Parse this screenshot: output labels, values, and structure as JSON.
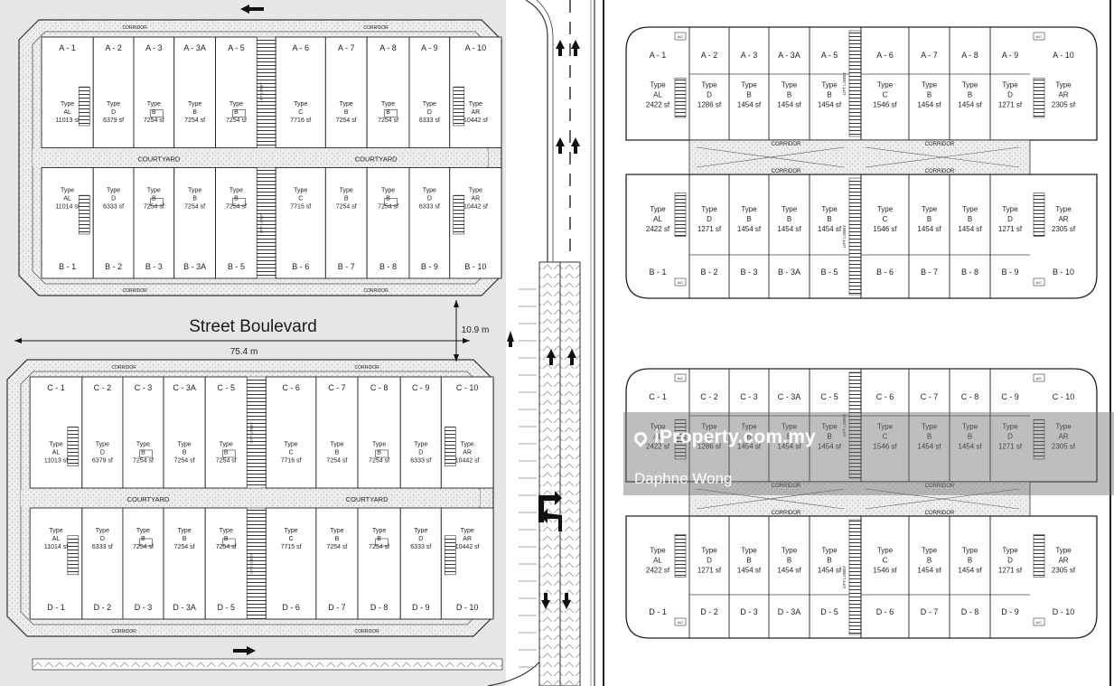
{
  "street_label": "Street Boulevard",
  "dim_width": "75.4 m",
  "dim_road": "10.9 m",
  "labels": {
    "courtyard": "COURTYARD",
    "corridor": "CORRIDOR",
    "lift_lobby": "LIFT LOBBY",
    "type": "Type",
    "ac": "A/C"
  },
  "watermark": {
    "brand": "iProperty.com.my",
    "agent": "Daphne Wong"
  },
  "site_blocks": [
    {
      "row": "top",
      "units": [
        {
          "id": "A - 1",
          "type": "AL",
          "area": "11013 sf"
        },
        {
          "id": "A - 2",
          "type": "D",
          "area": "6379 sf"
        },
        {
          "id": "A - 3",
          "type": "B",
          "area": "7254 sf"
        },
        {
          "id": "A - 3A",
          "type": "B",
          "area": "7254 sf"
        },
        {
          "id": "A - 5",
          "type": "B",
          "area": "7254 sf"
        },
        {
          "id": "A - 6",
          "type": "C",
          "area": "7716 sf"
        },
        {
          "id": "A - 7",
          "type": "B",
          "area": "7254 sf"
        },
        {
          "id": "A - 8",
          "type": "B",
          "area": "7254 sf"
        },
        {
          "id": "A - 9",
          "type": "D",
          "area": "6333 sf"
        },
        {
          "id": "A - 10",
          "type": "AR",
          "area": "10442 sf"
        }
      ]
    },
    {
      "row": "bottom",
      "units": [
        {
          "id": "B - 1",
          "type": "AL",
          "area": "11014 sf"
        },
        {
          "id": "B - 2",
          "type": "D",
          "area": "6333 sf"
        },
        {
          "id": "B - 3",
          "type": "B",
          "area": "7254 sf"
        },
        {
          "id": "B - 3A",
          "type": "B",
          "area": "7254 sf"
        },
        {
          "id": "B - 5",
          "type": "B",
          "area": "7254 sf"
        },
        {
          "id": "B - 6",
          "type": "C",
          "area": "7715 sf"
        },
        {
          "id": "B - 7",
          "type": "B",
          "area": "7254 sf"
        },
        {
          "id": "B - 8",
          "type": "B",
          "area": "7254 sf"
        },
        {
          "id": "B - 9",
          "type": "D",
          "area": "6333 sf"
        },
        {
          "id": "B - 10",
          "type": "AR",
          "area": "10442 sf"
        }
      ]
    },
    {
      "row": "top",
      "units": [
        {
          "id": "C - 1",
          "type": "AL",
          "area": "11013 sf"
        },
        {
          "id": "C - 2",
          "type": "D",
          "area": "6379 sf"
        },
        {
          "id": "C - 3",
          "type": "B",
          "area": "7254 sf"
        },
        {
          "id": "C - 3A",
          "type": "B",
          "area": "7254 sf"
        },
        {
          "id": "C - 5",
          "type": "B",
          "area": "7254 sf"
        },
        {
          "id": "C - 6",
          "type": "C",
          "area": "7716 sf"
        },
        {
          "id": "C - 7",
          "type": "B",
          "area": "7254 sf"
        },
        {
          "id": "C - 8",
          "type": "B",
          "area": "7254 sf"
        },
        {
          "id": "C - 9",
          "type": "D",
          "area": "6333 sf"
        },
        {
          "id": "C - 10",
          "type": "AR",
          "area": "10442 sf"
        }
      ]
    },
    {
      "row": "bottom",
      "units": [
        {
          "id": "D - 1",
          "type": "AL",
          "area": "11014 sf"
        },
        {
          "id": "D - 2",
          "type": "D",
          "area": "6333 sf"
        },
        {
          "id": "D - 3",
          "type": "B",
          "area": "7254 sf"
        },
        {
          "id": "D - 3A",
          "type": "B",
          "area": "7254 sf"
        },
        {
          "id": "D - 5",
          "type": "B",
          "area": "7254 sf"
        },
        {
          "id": "D - 6",
          "type": "C",
          "area": "7715 sf"
        },
        {
          "id": "D - 7",
          "type": "B",
          "area": "7254 sf"
        },
        {
          "id": "D - 8",
          "type": "B",
          "area": "7254 sf"
        },
        {
          "id": "D - 9",
          "type": "D",
          "area": "6333 sf"
        },
        {
          "id": "D - 10",
          "type": "AR",
          "area": "10442 sf"
        }
      ]
    }
  ],
  "floor_blocks": [
    {
      "row": "top",
      "units": [
        {
          "id": "A - 1",
          "type": "AL",
          "area": "2422 sf"
        },
        {
          "id": "A - 2",
          "type": "D",
          "area": "1286 sf"
        },
        {
          "id": "A - 3",
          "type": "B",
          "area": "1454 sf"
        },
        {
          "id": "A - 3A",
          "type": "B",
          "area": "1454 sf"
        },
        {
          "id": "A - 5",
          "type": "B",
          "area": "1454 sf"
        },
        {
          "id": "A - 6",
          "type": "C",
          "area": "1546 sf"
        },
        {
          "id": "A - 7",
          "type": "B",
          "area": "1454 sf"
        },
        {
          "id": "A - 8",
          "type": "B",
          "area": "1454 sf"
        },
        {
          "id": "A - 9",
          "type": "D",
          "area": "1271 sf"
        },
        {
          "id": "A - 10",
          "type": "AR",
          "area": "2305 sf"
        }
      ]
    },
    {
      "row": "bottom",
      "units": [
        {
          "id": "B - 1",
          "type": "AL",
          "area": "2422 sf"
        },
        {
          "id": "B - 2",
          "type": "D",
          "area": "1271 sf"
        },
        {
          "id": "B - 3",
          "type": "B",
          "area": "1454 sf"
        },
        {
          "id": "B - 3A",
          "type": "B",
          "area": "1454 sf"
        },
        {
          "id": "B - 5",
          "type": "B",
          "area": "1454 sf"
        },
        {
          "id": "B - 6",
          "type": "C",
          "area": "1546 sf"
        },
        {
          "id": "B - 7",
          "type": "B",
          "area": "1454 sf"
        },
        {
          "id": "B - 8",
          "type": "B",
          "area": "1454 sf"
        },
        {
          "id": "B - 9",
          "type": "D",
          "area": "1271 sf"
        },
        {
          "id": "B - 10",
          "type": "AR",
          "area": "2305 sf"
        }
      ]
    },
    {
      "row": "top",
      "units": [
        {
          "id": "C - 1",
          "type": "AL",
          "area": "2422 sf"
        },
        {
          "id": "C - 2",
          "type": "D",
          "area": "1286 sf"
        },
        {
          "id": "C - 3",
          "type": "B",
          "area": "1454 sf"
        },
        {
          "id": "C - 3A",
          "type": "B",
          "area": "1454 sf"
        },
        {
          "id": "C - 5",
          "type": "B",
          "area": "1454 sf"
        },
        {
          "id": "C - 6",
          "type": "C",
          "area": "1546 sf"
        },
        {
          "id": "C - 7",
          "type": "B",
          "area": "1454 sf"
        },
        {
          "id": "C - 8",
          "type": "B",
          "area": "1454 sf"
        },
        {
          "id": "C - 9",
          "type": "D",
          "area": "1271 sf"
        },
        {
          "id": "C - 10",
          "type": "AR",
          "area": "2305 sf"
        }
      ]
    },
    {
      "row": "bottom",
      "units": [
        {
          "id": "D - 1",
          "type": "AL",
          "area": "2422 sf"
        },
        {
          "id": "D - 2",
          "type": "D",
          "area": "1271 sf"
        },
        {
          "id": "D - 3",
          "type": "B",
          "area": "1454 sf"
        },
        {
          "id": "D - 3A",
          "type": "B",
          "area": "1454 sf"
        },
        {
          "id": "D - 5",
          "type": "B",
          "area": "1454 sf"
        },
        {
          "id": "D - 6",
          "type": "C",
          "area": "1546 sf"
        },
        {
          "id": "D - 7",
          "type": "B",
          "area": "1454 sf"
        },
        {
          "id": "D - 8",
          "type": "B",
          "area": "1454 sf"
        },
        {
          "id": "D - 9",
          "type": "D",
          "area": "1271 sf"
        },
        {
          "id": "D - 10",
          "type": "AR",
          "area": "2305 sf"
        }
      ]
    }
  ]
}
